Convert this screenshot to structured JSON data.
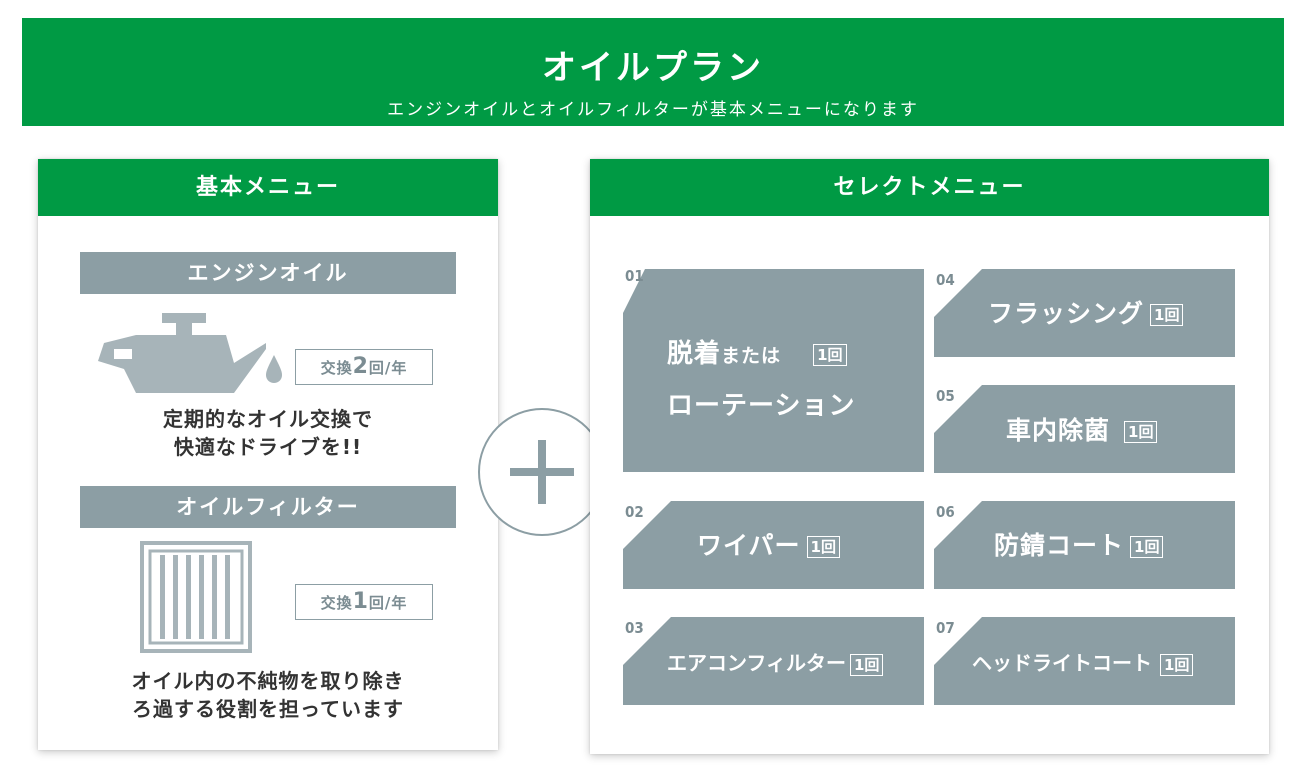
{
  "banner": {
    "title": "オイルプラン",
    "subtitle": "エンジンオイルとオイルフィルターが基本メニューになります"
  },
  "basic": {
    "header": "基本メニュー",
    "engine_oil": {
      "label": "エンジンオイル",
      "freq_prefix": "交換",
      "freq_num": "2",
      "freq_suffix": "回/年",
      "desc_line1": "定期的なオイル交換で",
      "desc_line2": "快適なドライブを!!",
      "icon": "oil-can-icon"
    },
    "oil_filter": {
      "label": "オイルフィルター",
      "freq_prefix": "交換",
      "freq_num": "1",
      "freq_suffix": "回/年",
      "desc_line1": "オイル内の不純物を取り除き",
      "desc_line2": "ろ過する役割を担っています",
      "icon": "oil-filter-icon"
    }
  },
  "plus_icon": "plus-icon",
  "select": {
    "header": "セレクトメニュー",
    "items": [
      {
        "num": "01",
        "label_a": "脱着",
        "label_b": "または",
        "label_line2": "ローテーション",
        "badge": "1回"
      },
      {
        "num": "02",
        "label": "ワイパー",
        "badge": "1回"
      },
      {
        "num": "03",
        "label": "エアコンフィルター",
        "badge": "1回"
      },
      {
        "num": "04",
        "label": "フラッシング",
        "badge": "1回"
      },
      {
        "num": "05",
        "label": "車内除菌",
        "badge": "1回"
      },
      {
        "num": "06",
        "label": "防錆コート",
        "badge": "1回"
      },
      {
        "num": "07",
        "label": "ヘッドライトコート",
        "badge": "1回"
      }
    ]
  },
  "colors": {
    "green": "#009a44",
    "gray": "#8c9ea4",
    "gray_text": "#7b8c92",
    "icon_gray": "#a7b4b9"
  }
}
